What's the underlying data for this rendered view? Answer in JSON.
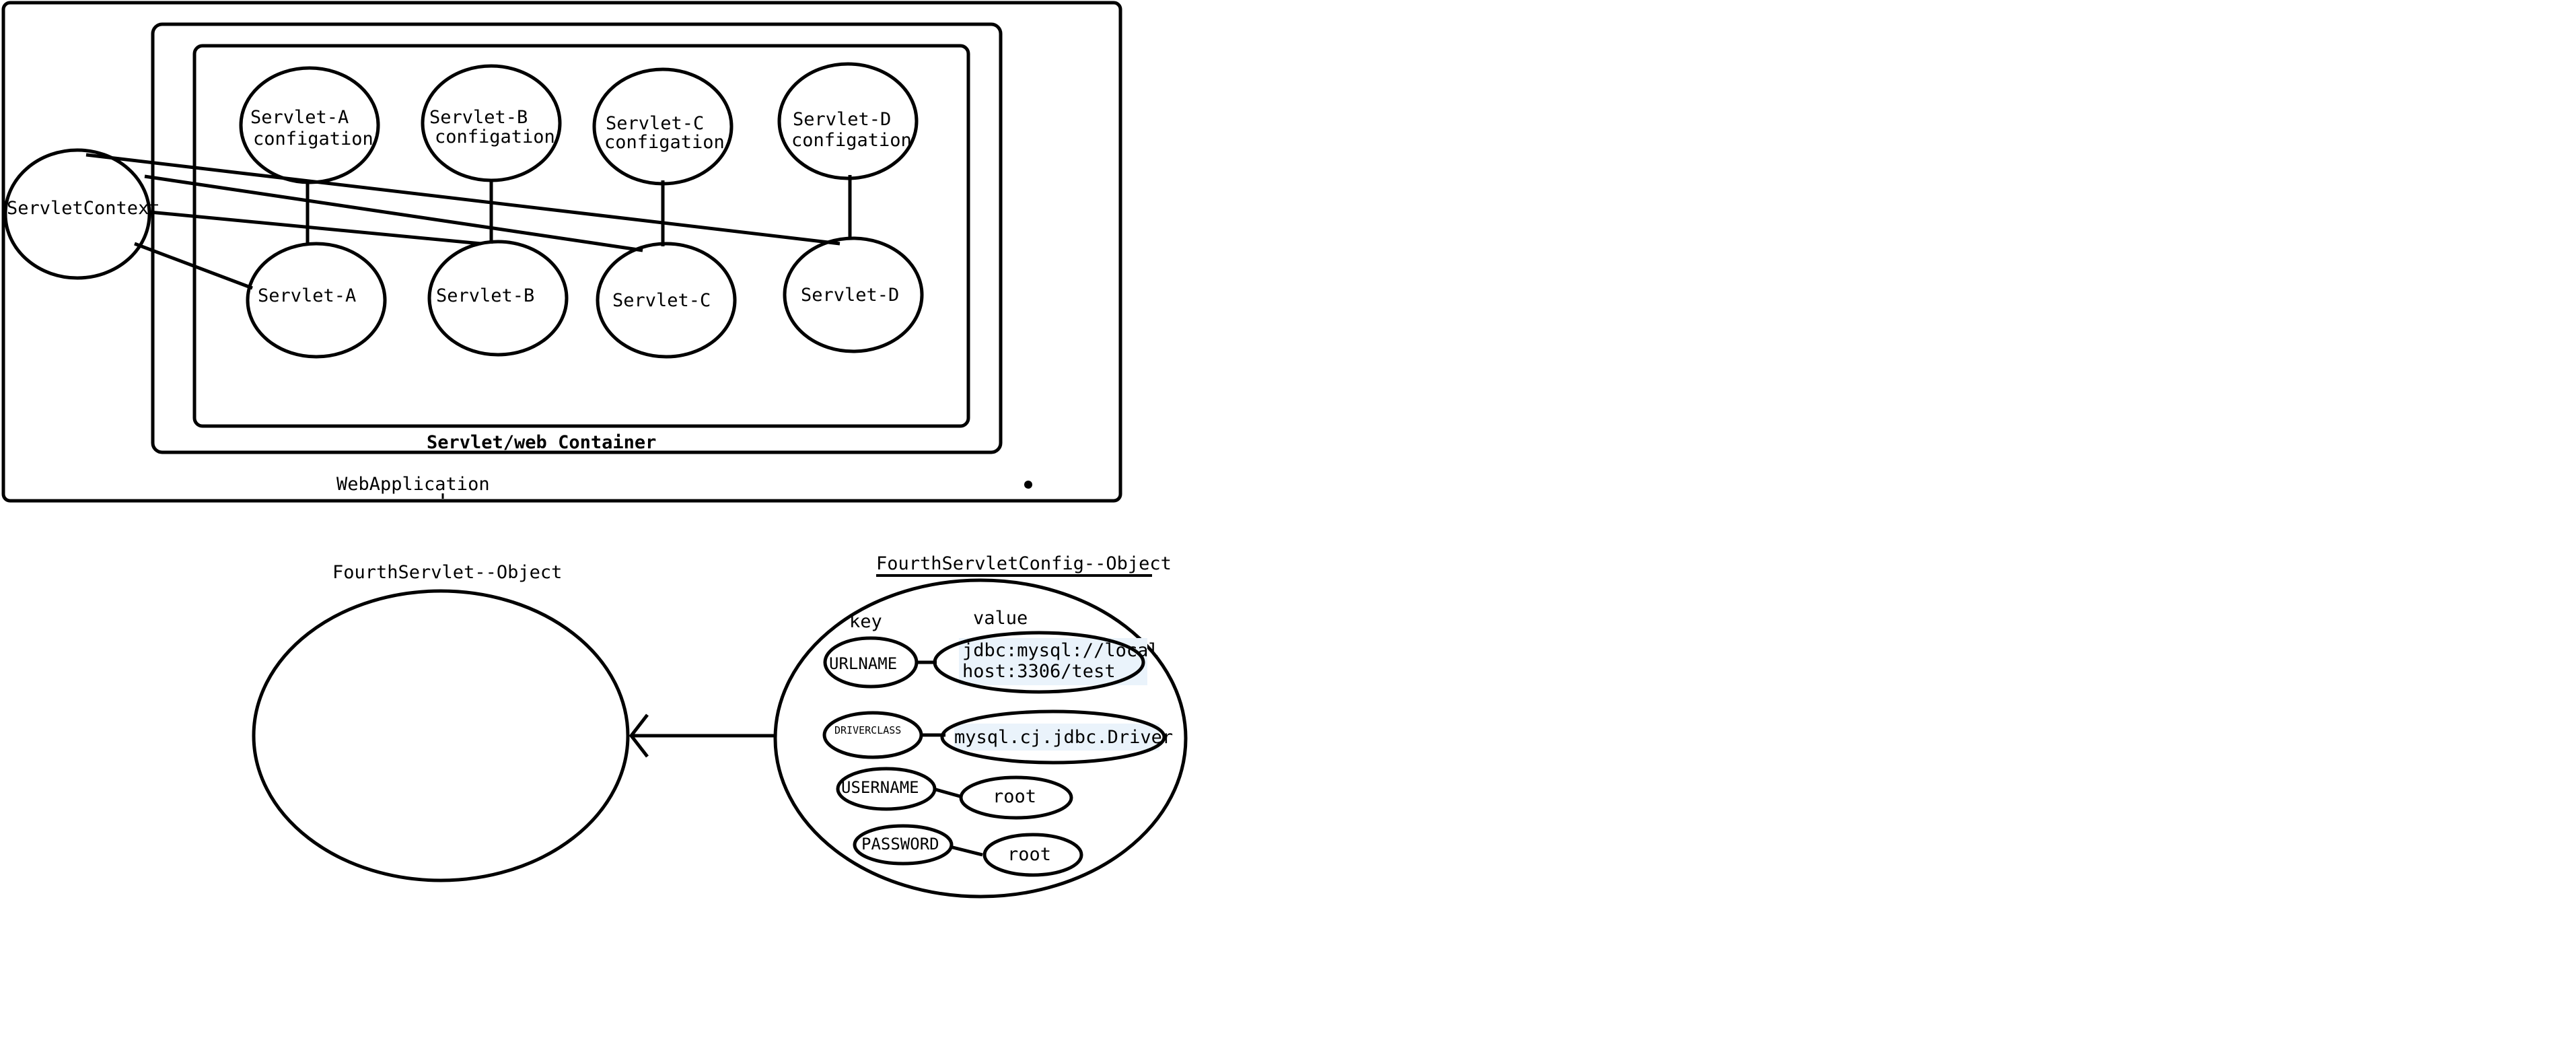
{
  "web_application_label": "WebApplication",
  "container_label": "Servlet/web Container",
  "servlet_context_label": "ServletContext",
  "config_nodes": [
    {
      "line1": "Servlet-A",
      "line2": "configation"
    },
    {
      "line1": "Servlet-B",
      "line2": "configation"
    },
    {
      "line1": "Servlet-C",
      "line2": "configation"
    },
    {
      "line1": "Servlet-D",
      "line2": "configation"
    }
  ],
  "servlet_nodes": [
    "Servlet-A",
    "Servlet-B",
    "Servlet-C",
    "Servlet-D"
  ],
  "servlet_object_label": "FourthServlet--Object",
  "config_object_label": "FourthServletConfig--Object",
  "key_header": "key",
  "value_header": "value",
  "params": [
    {
      "key": "URLNAME",
      "value_line1": "jdbc:mysql://local",
      "value_line2": "host:3306/test"
    },
    {
      "key": "DRIVERCLASS",
      "value": "mysql.cj.jdbc.Driver"
    },
    {
      "key": "USERNAME",
      "value": "root"
    },
    {
      "key": "PASSWORD",
      "value": "root"
    }
  ]
}
